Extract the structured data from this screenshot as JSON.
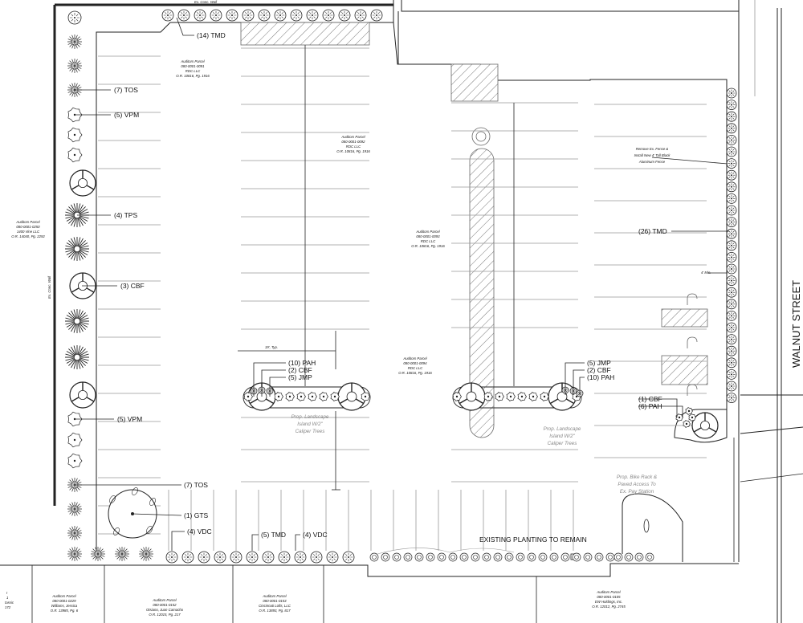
{
  "top_edge_label": "Ex. Conc. Wall",
  "left_wall_label": "Ex. Conc. Wall",
  "street": "WALNUT STREET",
  "parcels": [
    {
      "l1": "Auditors Parcel",
      "l2": "080-0001-0091",
      "l3": "RDC LLC",
      "l4": "O.R. 10816, Pg. 1916"
    },
    {
      "l1": "Auditors Parcel",
      "l2": "080-0001-0092",
      "l3": "RDC LLC",
      "l4": "O.R. 10816, Pg. 1916"
    },
    {
      "l1": "Auditors Parcel",
      "l2": "080-0001-0093",
      "l3": "RDC LLC",
      "l4": "O.R. 10816, Pg. 1916"
    },
    {
      "l1": "Auditors Parcel",
      "l2": "080-0001-0094",
      "l3": "RDC LLC",
      "l4": "O.R. 10816, Pg. 1916"
    },
    {
      "l1": "Auditors Parcel",
      "l2": "080-0001-0250",
      "l3": "1400 Vine LLC",
      "l4": "O.R. 14040, Pg. 2292"
    },
    {
      "l1": "Auditors Parcel",
      "l2": "080-0001-0229",
      "l3": "Williams, Jessica",
      "l4": "O.R. 13985, Pg. 6"
    },
    {
      "l1": "Auditors Parcel",
      "l2": "080-0001-0152",
      "l3": "Otsiano, Juan Camacho",
      "l4": "O.R. 12015, Pg. 217"
    },
    {
      "l1": "Auditors Parcel",
      "l2": "080-0001-0153",
      "l3": "Cincinnati Lofts, LLC",
      "l4": "O.R. 13893, Pg. 817"
    },
    {
      "l1": "Auditors Parcel",
      "l2": "080-0001-0105",
      "l3": "EW Holdings, Inc.",
      "l4": "O.R. 12012, Pg. 2745"
    }
  ],
  "frag_parcel": {
    "l1": "I",
    "l2": "1",
    "l3": "tassic",
    "l4": "172"
  },
  "callouts": {
    "tmd14": "(14) TMD",
    "tos7a": "(7) TOS",
    "vpm5a": "(5) VPM",
    "tps4": "(4) TPS",
    "cbf3": "(3) CBF",
    "vpm5b": "(5) VPM",
    "tos7b": "(7) TOS",
    "gts1": "(1) GTS",
    "vdc4a": "(4) VDC",
    "tmd5": "(5) TMD",
    "vdc4b": "(4) VDC",
    "pah10a": "(10) PAH",
    "cbf2a": "(2) CBF",
    "jmp5a": "(5) JMP",
    "jmp5b": "(5) JMP",
    "cbf2b": "(2) CBF",
    "pah10b": "(10) PAH",
    "cbf1": "(1) CBF",
    "pah6": "(6) PAH",
    "tmd26": "(26) TMD"
  },
  "notes": {
    "fence_1": "Remove Ex. Fence &",
    "fence_2": "Install New 4' Tall Black",
    "fence_3": "Aluminum Fence",
    "island_l1": "Prop. Landscape",
    "island_l2": "Island W/2\"",
    "island_l3": "Caliper Trees",
    "bike_1": "Prop. Bike Rack &",
    "bike_2": "Paved Access To",
    "bike_3": "Ex. Pay Station",
    "existing": "EXISTING PLANTING TO REMAIN",
    "dim_typ": "19', Typ.",
    "dim_4min": "4' Min."
  }
}
